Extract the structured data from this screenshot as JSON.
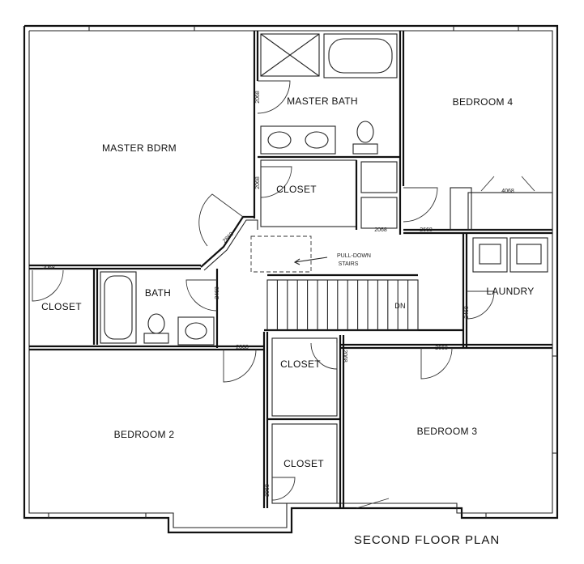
{
  "plan": {
    "title": "SECOND FLOOR PLAN",
    "rooms": {
      "master_bedroom": "MASTER BDRM",
      "master_bath": "MASTER BATH",
      "bedroom_4": "BEDROOM 4",
      "master_closet": "CLOSET",
      "bath": "BATH",
      "hall_closet_left": "CLOSET",
      "laundry": "LAUNDRY",
      "upper_closet": "CLOSET",
      "bedroom_2": "BEDROOM 2",
      "lower_closet": "CLOSET",
      "bedroom_3": "BEDROOM 3"
    },
    "stairs": {
      "pull_down_line1": "PULL-DOWN",
      "pull_down_line2": "STAIRS",
      "down": "DN"
    },
    "door_codes": {
      "master_bath_door": "2068",
      "master_closet_door": "2068",
      "bed4_closet": "4068",
      "master_entry": "2868",
      "hall_closet_left": "2068",
      "hall_door_a": "2068",
      "hall_door_b": "2668",
      "bath_door": "2468",
      "laundry_door": "2468",
      "bed2_door": "2868",
      "upper_closet_door": "2068",
      "bed3_door": "2668",
      "lower_closet_door": "2068"
    }
  }
}
